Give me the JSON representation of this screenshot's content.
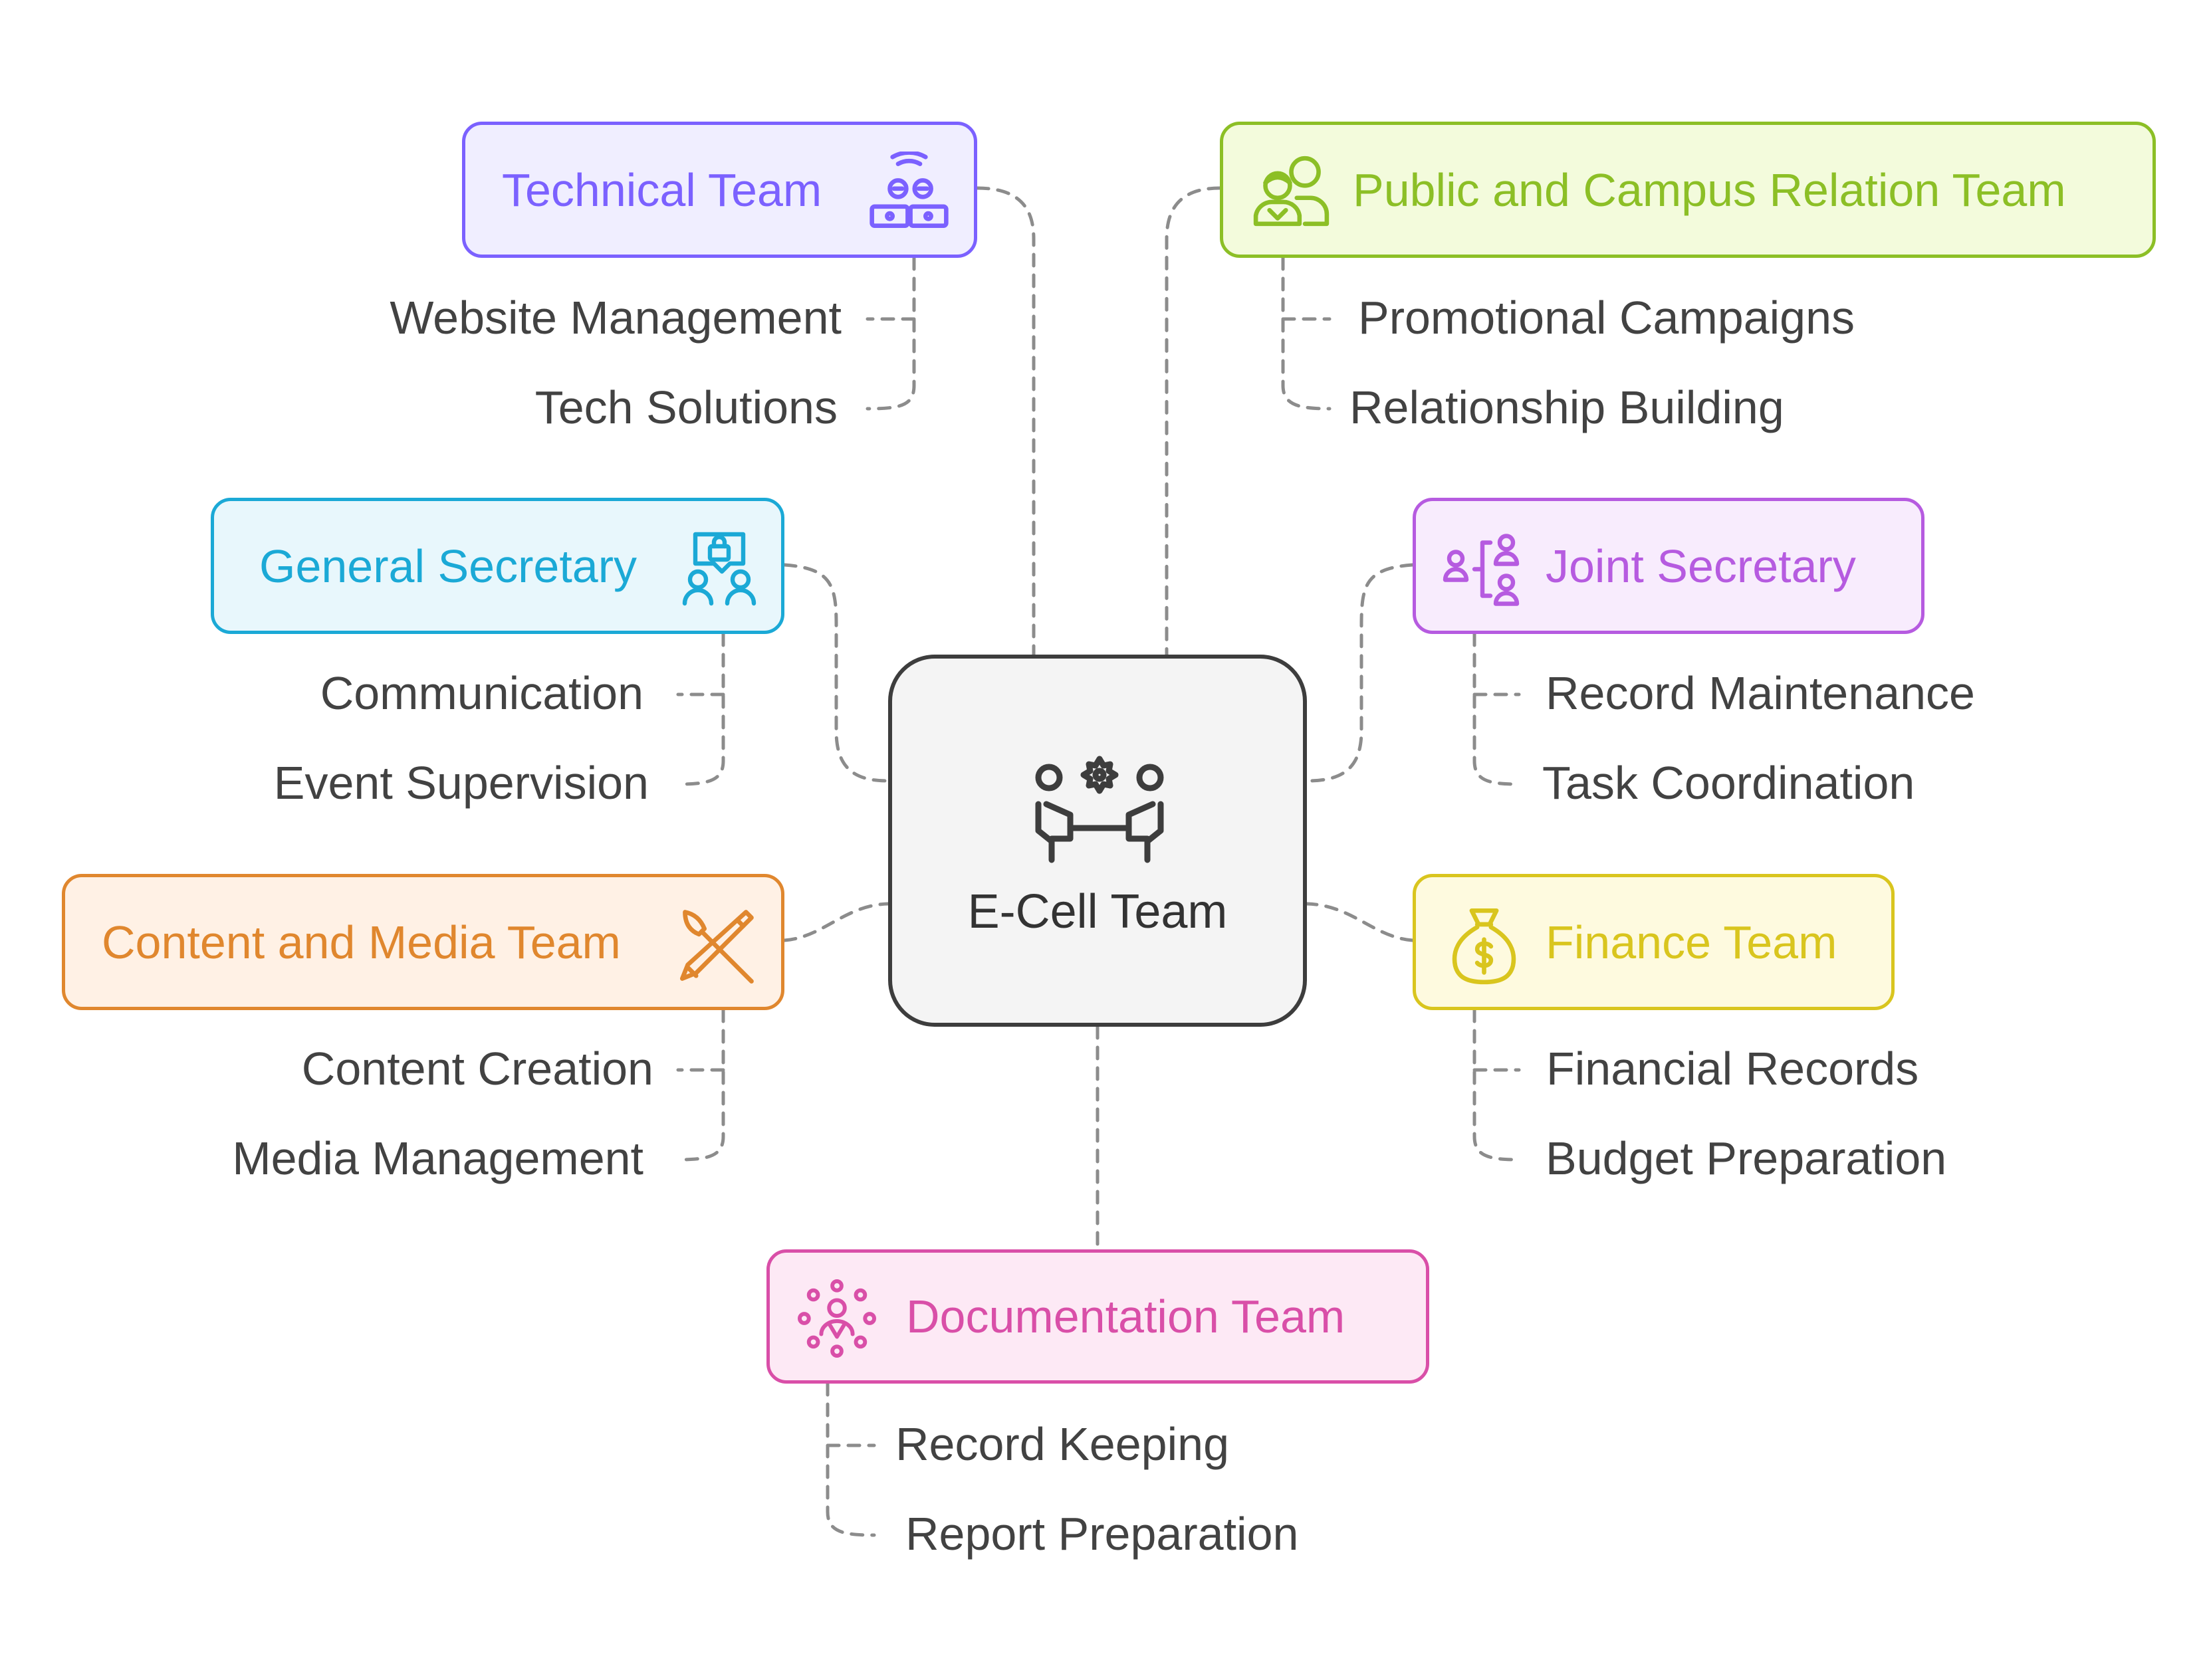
{
  "diagram": {
    "center": {
      "label": "E-Cell Team",
      "icon": "team-collaboration-icon"
    },
    "teams": [
      {
        "key": "technical",
        "label": "Technical Team",
        "icon": "technical-team-icon",
        "color": "#7B61FF",
        "fill": "#F0EEFF",
        "items": [
          "Website Management",
          "Tech Solutions"
        ]
      },
      {
        "key": "public",
        "label": "Public and Campus Relation Team",
        "icon": "people-relation-icon",
        "color": "#8CBF26",
        "fill": "#F3FBDC",
        "items": [
          "Promotional Campaigns",
          "Relationship Building"
        ]
      },
      {
        "key": "general",
        "label": "General Secretary",
        "icon": "secretary-chat-lock-icon",
        "color": "#1BA9D6",
        "fill": "#E8F7FC",
        "items": [
          "Communication",
          "Event Supervision"
        ]
      },
      {
        "key": "joint",
        "label": "Joint Secretary",
        "icon": "org-structure-icon",
        "color": "#B65BE0",
        "fill": "#F8ECFD",
        "items": [
          "Record Maintenance",
          "Task Coordination"
        ]
      },
      {
        "key": "content",
        "label": "Content and Media Team",
        "icon": "pen-brush-icon",
        "color": "#E0872E",
        "fill": "#FFF1E5",
        "items": [
          "Content Creation",
          "Media Management"
        ]
      },
      {
        "key": "finance",
        "label": "Finance Team",
        "icon": "money-bag-icon",
        "color": "#D9C51E",
        "fill": "#FEFADF",
        "items": [
          "Financial Records",
          "Budget Preparation"
        ]
      },
      {
        "key": "documentation",
        "label": "Documentation Team",
        "icon": "documentation-team-icon",
        "color": "#D94FA8",
        "fill": "#FDE9F5",
        "items": [
          "Record Keeping",
          "Report Preparation"
        ]
      }
    ]
  }
}
